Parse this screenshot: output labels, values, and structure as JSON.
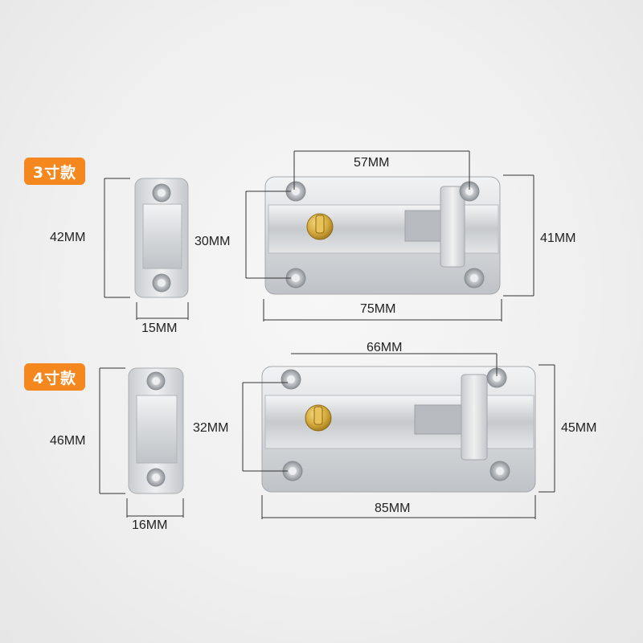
{
  "variants": [
    {
      "badge": "3寸款",
      "keeper": {
        "height_label": "42MM",
        "width_label": "15MM"
      },
      "bolt": {
        "hole_spacing_top_label": "57MM",
        "hole_spacing_vertical_label": "30MM",
        "height_label": "41MM",
        "length_label": "75MM"
      }
    },
    {
      "badge": "4寸款",
      "keeper": {
        "height_label": "46MM",
        "width_label": "16MM"
      },
      "bolt": {
        "hole_spacing_top_label": "66MM",
        "hole_spacing_vertical_label": "32MM",
        "height_label": "45MM",
        "length_label": "85MM"
      }
    }
  ],
  "colors": {
    "badge": "#f5871f",
    "steel": "#d9dcdf",
    "brass": "#d4a93a"
  }
}
